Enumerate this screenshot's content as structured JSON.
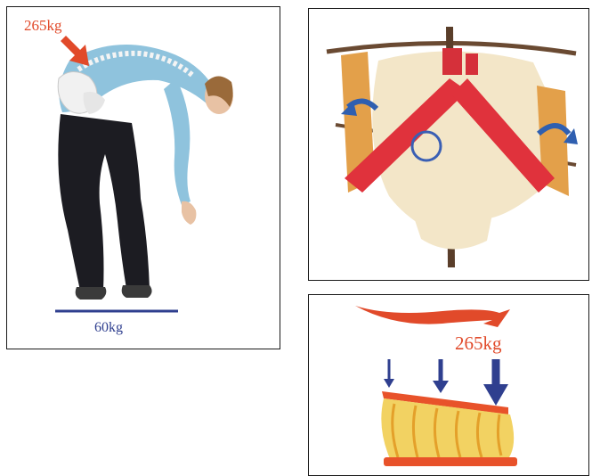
{
  "posture_figure": {
    "load_label": "265kg",
    "body_weight_label": "60kg"
  },
  "disc_figure": {
    "load_label": "265kg"
  },
  "colors": {
    "accent_red": "#e14a2a",
    "accent_blue": "#2f3f8f"
  }
}
